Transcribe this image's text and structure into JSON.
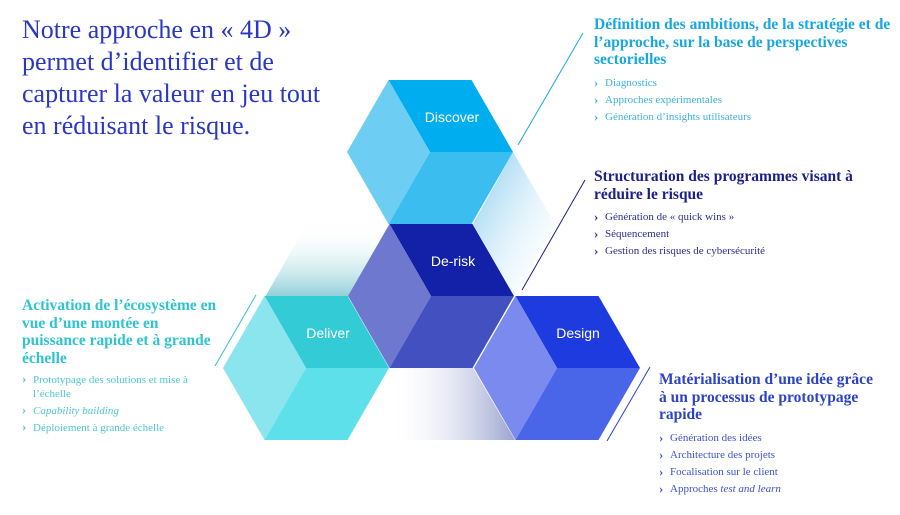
{
  "title": "Notre approche en « 4D » permet d’identifier et de capturer la valeur en jeu tout en réduisant le risque.",
  "hexagons": {
    "discover": {
      "label": "Discover",
      "colors": [
        "#00aeef",
        "#6dcdf3",
        "#3cbdf0"
      ]
    },
    "derisk": {
      "label": "De-risk",
      "colors": [
        "#1221a8",
        "#6e78cf",
        "#4350c0"
      ]
    },
    "deliver": {
      "label": "Deliver",
      "colors": [
        "#33ccd6",
        "#8ae5ee",
        "#5ee0ea"
      ]
    },
    "design": {
      "label": "Design",
      "colors": [
        "#1e3be0",
        "#7a8aee",
        "#4a66e8"
      ]
    }
  },
  "blocks": {
    "discover": {
      "heading": "Définition des ambitions, de la stratégie et de l’approche, sur la base de perspectives sectorielles",
      "items": [
        "Diagnostics",
        "Approches expérimentales",
        "Génération d’insights utilisateurs"
      ]
    },
    "derisk": {
      "heading": "Structuration des programmes visant à réduire le risque",
      "items": [
        "Génération de « quick wins »",
        "Séquencement",
        "Gestion des risques de cybersécurité"
      ]
    },
    "deliver": {
      "heading": "Activation de l’écosystème en vue d’une montée en puissance rapide et à grande échelle",
      "items": [
        "Prototypage des solutions et mise à l’échelle",
        "Capability building",
        "Déploiement à grande échelle"
      ]
    },
    "design": {
      "heading": "Matérialisation d’une idée grâce à un processus de prototypage rapide",
      "items": [
        "Génération des idées",
        "Architecture des projets",
        "Focalisation sur le client"
      ],
      "last_item_prefix": "Approches ",
      "last_item_italic": "test and learn"
    }
  }
}
